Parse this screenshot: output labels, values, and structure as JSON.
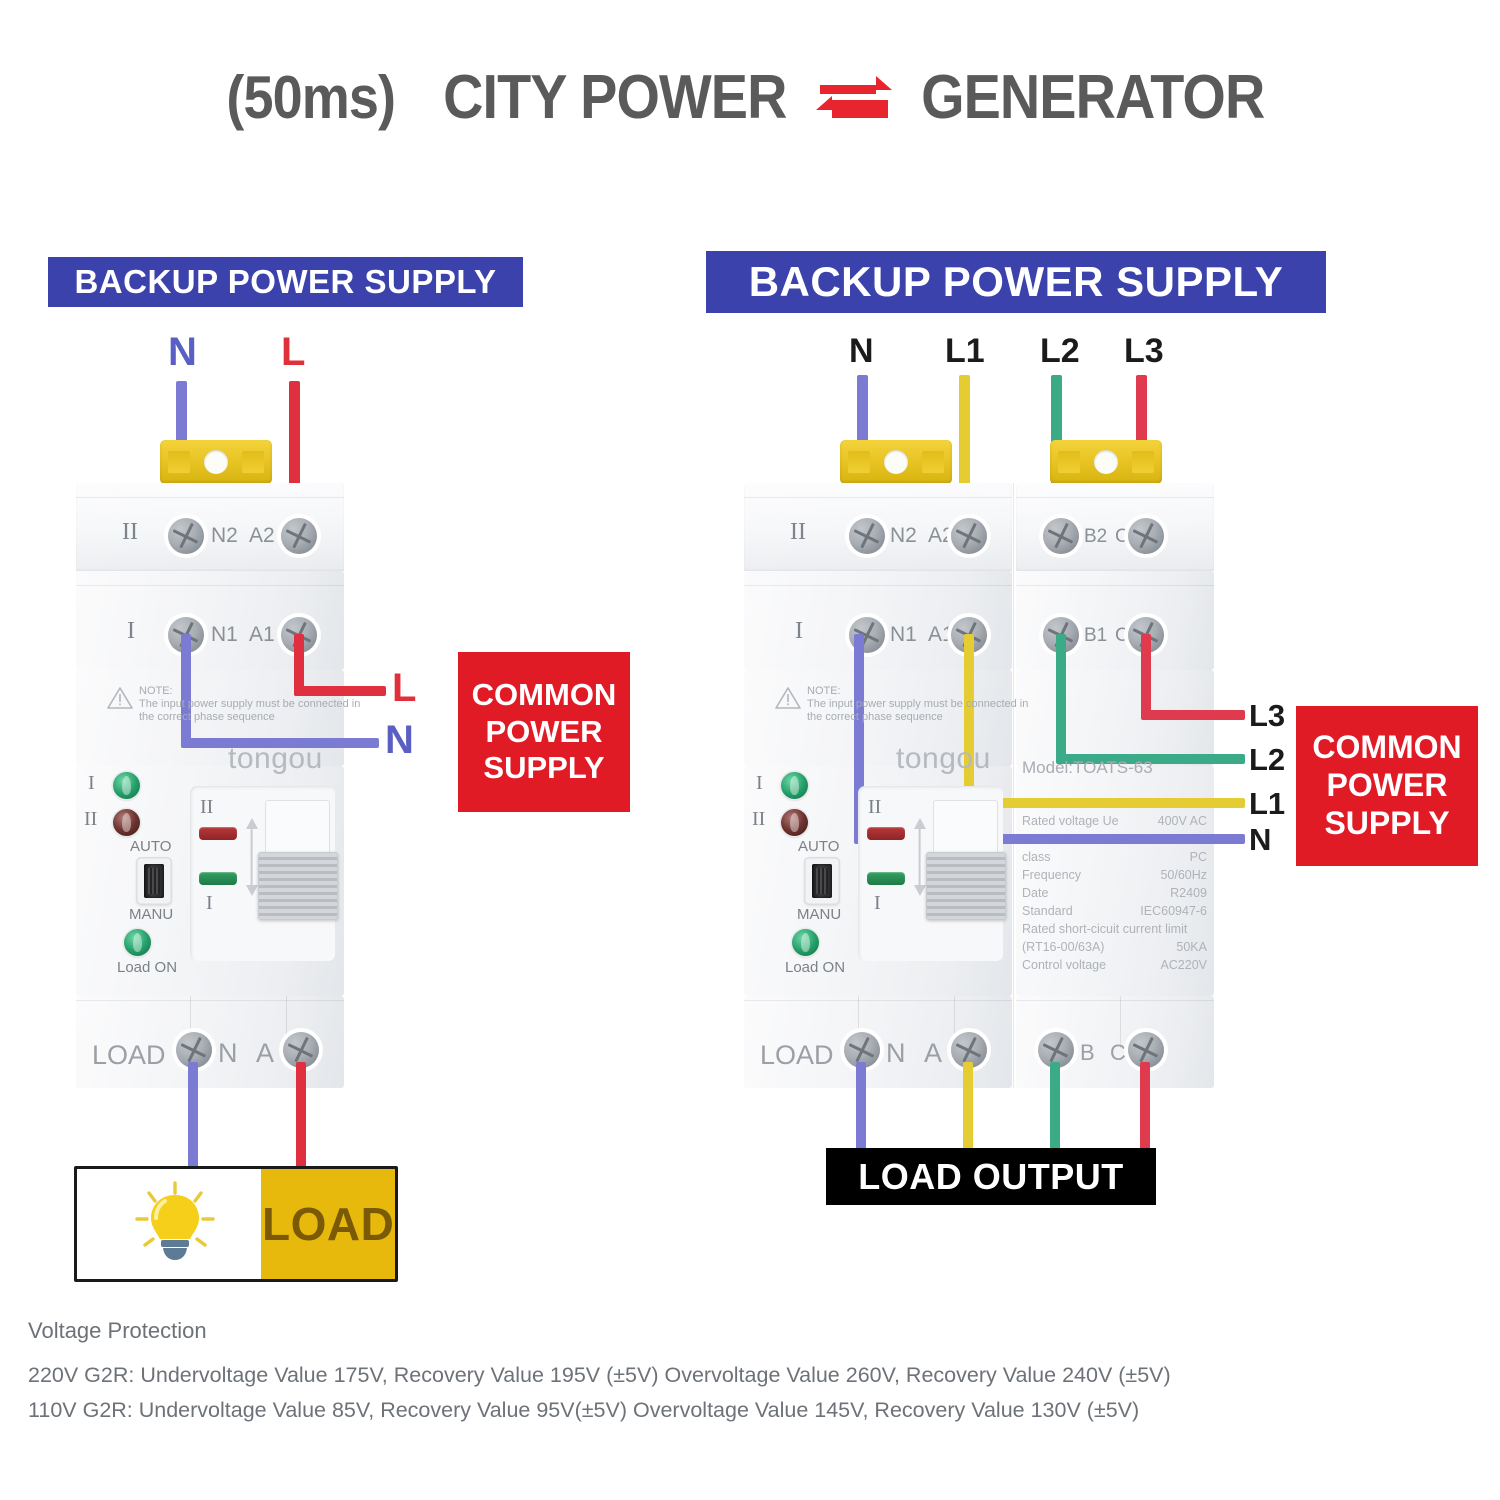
{
  "title": {
    "prefix": "(50ms)",
    "left": "CITY POWER",
    "right": "GENERATOR",
    "swap_icon": "swap-arrows-icon",
    "color": "#5a5a5a",
    "arrow_color": "#e8242e"
  },
  "colors": {
    "banner_blue": "#3b42ab",
    "box_red": "#e01b26",
    "banner_black": "#000000",
    "wire_n": "#7b7bd4",
    "wire_l": "#e03040",
    "wire_l1": "#e5cc33",
    "wire_l2": "#3aab86",
    "wire_l3": "#e03a4e",
    "clip_yellow": "#e8c423",
    "load_gold": "#e8b90d"
  },
  "single_phase": {
    "banner": "BACKUP POWER SUPPLY",
    "top_wires": [
      {
        "label": "N",
        "color": "#7b7bd4"
      },
      {
        "label": "L",
        "color": "#e03040"
      }
    ],
    "terminals_row2": {
      "roman": "II",
      "labels": [
        "N2",
        "A2"
      ]
    },
    "terminals_row1": {
      "roman": "I",
      "labels": [
        "N1",
        "A1"
      ]
    },
    "note_title": "NOTE:",
    "note_line1": "The input power supply must be connected in",
    "note_line2": "the correct phase sequence",
    "brand": "tongou",
    "panel": {
      "led1_roman": "I",
      "led2_roman": "II",
      "auto_label": "AUTO",
      "manu_label": "MANU",
      "load_on_label": "Load ON",
      "lever_top_roman": "II",
      "lever_bottom_roman": "I"
    },
    "bottom_label": "LOAD",
    "bottom_terminals": [
      "N",
      "A"
    ],
    "out_wires": [
      {
        "label": "L",
        "color": "#e03040"
      },
      {
        "label": "N",
        "color": "#7b7bd4"
      }
    ],
    "common_box": [
      "COMMON",
      "POWER",
      "SUPPLY"
    ],
    "load_box_label": "LOAD",
    "bulb_icon": "light-bulb-icon"
  },
  "three_phase": {
    "banner": "BACKUP POWER SUPPLY",
    "top_wires": [
      {
        "label": "N",
        "color": "#7b7bd4"
      },
      {
        "label": "L1",
        "color": "#e5cc33"
      },
      {
        "label": "L2",
        "color": "#3aab86"
      },
      {
        "label": "L3",
        "color": "#e03a4e"
      }
    ],
    "terminals_row2": {
      "roman": "II",
      "labels": [
        "N2",
        "A2",
        "B2",
        "C2"
      ]
    },
    "terminals_row1": {
      "roman": "I",
      "labels": [
        "N1",
        "A1",
        "B1",
        "C1"
      ]
    },
    "note_title": "NOTE:",
    "note_line1": "The input power supply must be connected in",
    "note_line2": "the correct phase sequence",
    "brand": "tongou",
    "panel": {
      "led1_roman": "I",
      "led2_roman": "II",
      "auto_label": "AUTO",
      "manu_label": "MANU",
      "load_on_label": "Load ON",
      "lever_top_roman": "II",
      "lever_bottom_roman": "I"
    },
    "spec": {
      "model": "Model:TOATS-63",
      "rows": [
        {
          "key": "Rated voltage Ue",
          "value": "400V AC"
        },
        {
          "key": "class",
          "value": "PC"
        },
        {
          "key": "Frequency",
          "value": "50/60Hz"
        },
        {
          "key": "Date",
          "value": "R2409"
        },
        {
          "key": "Standard",
          "value": "IEC60947-6"
        },
        {
          "key": "Rated short-cicuit current limit",
          "value": ""
        },
        {
          "key": "(RT16-00/63A)",
          "value": "50KA"
        },
        {
          "key": "Control voltage",
          "value": "AC220V"
        }
      ]
    },
    "bottom_label": "LOAD",
    "bottom_terminals": [
      "N",
      "A",
      "B",
      "C"
    ],
    "out_wires": [
      {
        "label": "L3",
        "color": "#e03a4e"
      },
      {
        "label": "L2",
        "color": "#3aab86"
      },
      {
        "label": "L1",
        "color": "#e5cc33"
      },
      {
        "label": "N",
        "color": "#7b7bd4"
      }
    ],
    "common_box": [
      "COMMON",
      "POWER",
      "SUPPLY"
    ],
    "load_output_banner": "LOAD OUTPUT"
  },
  "footer": {
    "title": "Voltage Protection",
    "line1": "220V G2R:  Undervoltage Value 175V, Recovery Value 195V (±5V)  Overvoltage Value 260V, Recovery Value 240V (±5V)",
    "line2": "110V G2R: Undervoltage Value 85V, Recovery Value 95V(±5V) Overvoltage Value 145V, Recovery Value 130V (±5V)"
  }
}
